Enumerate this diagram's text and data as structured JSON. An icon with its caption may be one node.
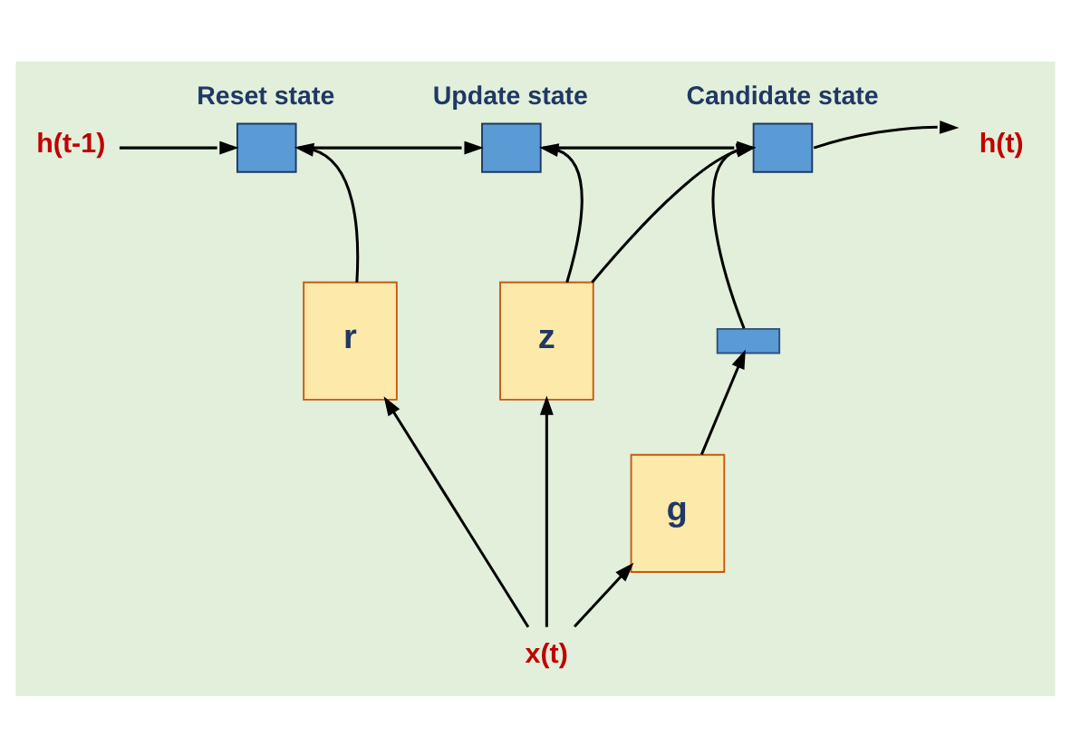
{
  "diagram": {
    "nodes": [
      {
        "text": [
          "h(t-1)"
        ]
      },
      {
        "text": [
          "Reset state"
        ]
      },
      {
        "text": [
          "Update state"
        ]
      },
      {
        "text": [
          "Candidate state"
        ]
      },
      {
        "text": [
          "h(t)"
        ]
      },
      {
        "text": [
          "r"
        ]
      },
      {
        "text": [
          "z"
        ]
      },
      {
        "text": [],
        "shape": "bar"
      },
      {
        "text": [
          "g"
        ]
      },
      {
        "text": [
          "x(t)"
        ]
      }
    ],
    "edges": [
      {
        "from": 0,
        "to": 1,
        "arrow": "to"
      },
      {
        "from": 1,
        "to": 2,
        "arrow": "to"
      },
      {
        "from": 2,
        "to": 3,
        "arrow": "to"
      },
      {
        "from": 3,
        "to": 4,
        "arrow": "to"
      },
      {
        "from": 5,
        "to": 1,
        "arrow": "to"
      },
      {
        "from": 6,
        "to": 2,
        "arrow": "to"
      },
      {
        "from": 6,
        "to": 3,
        "arrow": "to"
      },
      {
        "from": 7,
        "to": 3,
        "arrow": "to"
      },
      {
        "from": 8,
        "to": 7,
        "arrow": "to"
      },
      {
        "from": 9,
        "to": 5,
        "arrow": "to"
      },
      {
        "from": 9,
        "to": 6,
        "arrow": "to"
      },
      {
        "from": 9,
        "to": 8,
        "arrow": "to"
      }
    ]
  }
}
